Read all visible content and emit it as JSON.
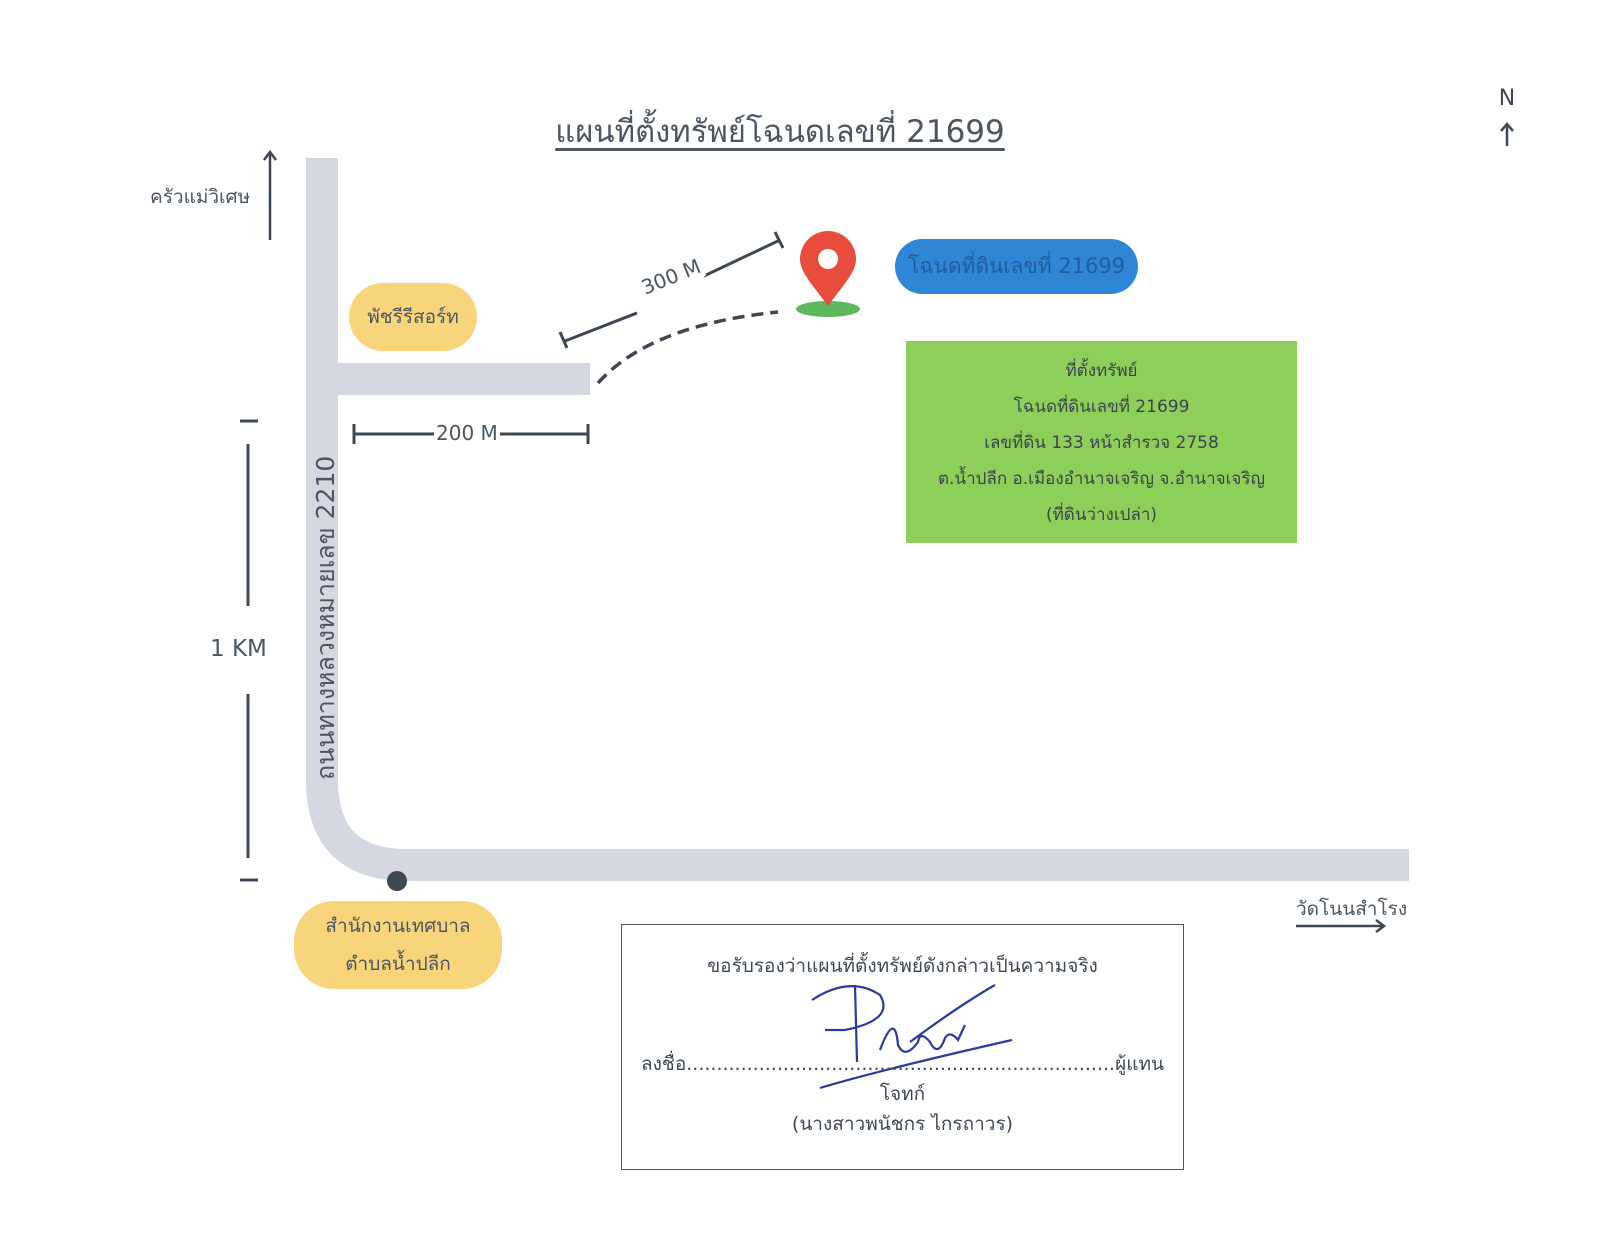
{
  "title": "แผนที่ตั้งทรัพย์โฉนดเลขที่ 21699",
  "north_label": "N",
  "places": {
    "top_direction": "ครัวแม่วิเศษ",
    "resort": "พัชรีรีสอร์ท",
    "office_line1": "สำนักงานเทศบาล",
    "office_line2": "ตำบลน้ำปลีก",
    "right_direction": "วัดโนนสำโรง"
  },
  "road_name": "ถนนทางหลวงหมายเลข 2210",
  "distances": {
    "branch": "200 M",
    "to_plot": "300 M",
    "main": "1 KM"
  },
  "plot_tag": "โฉนดที่ดินเลขที่ 21699",
  "plot_info": {
    "heading": "ที่ตั้งทรัพย์",
    "deed": "โฉนดที่ดินเลขที่ 21699",
    "land": "เลขที่ดิน 133  หน้าสำรวจ 2758",
    "location": "ต.น้ำปลีก อ.เมืองอำนาจเจริญ จ.อำนาจเจริญ",
    "status": "(ที่ดินว่างเปล่า)"
  },
  "certification": {
    "statement": "ขอรับรองว่าแผนที่ตั้งทรัพย์ดังกล่าวเป็นความจริง",
    "sign_prefix": "ลงชื่อ.......................................................................",
    "sign_suffix": "ผู้แทนโจทก์",
    "signer": "(นางสาวพนัชกร ไกรถาวร)",
    "signature_text": "Plaw"
  },
  "colors": {
    "road": "#d5d8e1",
    "pin": "#e74c3c",
    "pin_base": "#5cb85c",
    "pill_yellow": "#f8d47a",
    "pill_blue": "#2f86d6",
    "info_green": "#8ecf5a",
    "signature_ink": "#2b3aa0"
  },
  "icons": [
    "north-arrow-icon",
    "location-pin-icon",
    "office-dot-icon",
    "direction-arrow-icon"
  ]
}
